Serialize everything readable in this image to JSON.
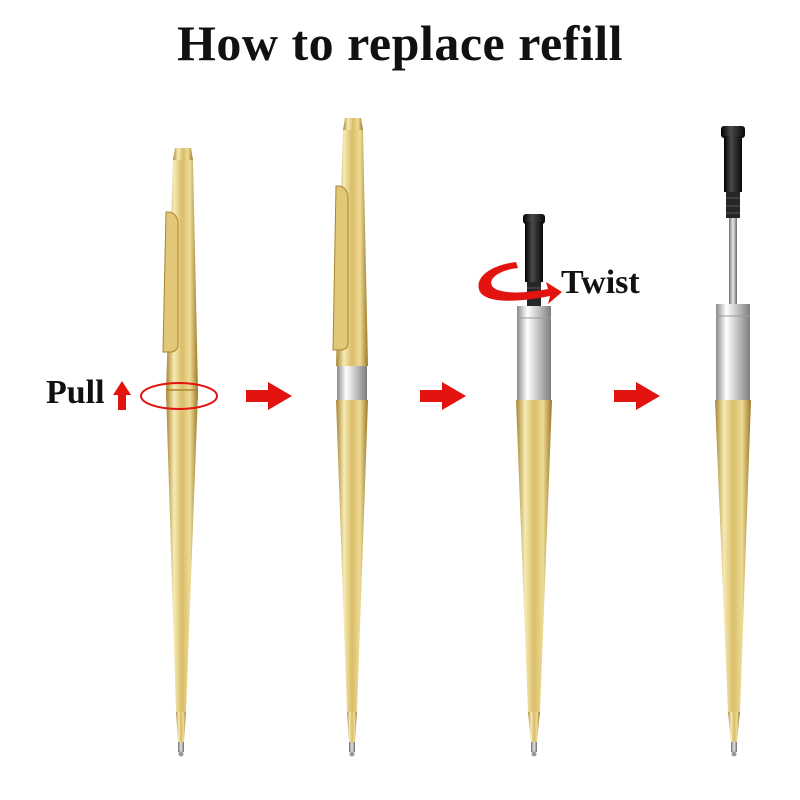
{
  "title": "How to replace refill",
  "steps": [
    {
      "label": "Pull",
      "icon": "up-arrow-icon"
    },
    {
      "label": "",
      "icon": "right-arrow-icon"
    },
    {
      "label": "Twist",
      "icon": "twist-arrow-icon"
    },
    {
      "label": "",
      "icon": "right-arrow-icon"
    }
  ],
  "colors": {
    "accent_red": "#e3130f",
    "gold_light": "#f6eab4",
    "gold_mid": "#d9bd68",
    "gold_dark": "#a8852e",
    "silver": "#cfcfcf",
    "refill_black": "#1c1c1c"
  }
}
